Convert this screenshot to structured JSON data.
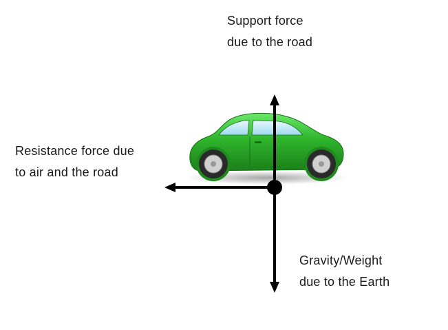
{
  "labels": {
    "support": [
      "Support force",
      "due to the road"
    ],
    "resistance": [
      "Resistance force due",
      "to air and the road"
    ],
    "gravity": [
      "Gravity/Weight",
      "due to the Earth"
    ]
  },
  "colors": {
    "car_body": "#2fb52c",
    "car_dark": "#1f8a1d",
    "window": "#bfe9f7",
    "tire": "#2a2a2a",
    "hub": "#c8c8c8",
    "arrow": "#000000"
  },
  "icons": {
    "vehicle": "car-icon"
  }
}
